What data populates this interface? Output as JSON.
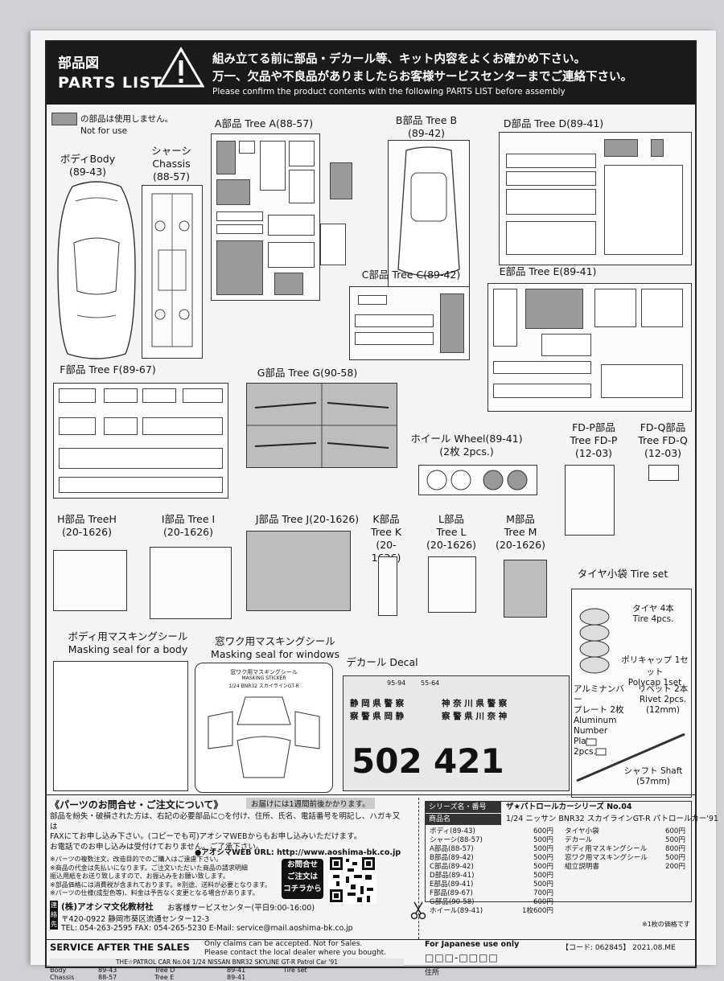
{
  "header": {
    "title_jp": "部品図",
    "title_en": "PARTS LIST",
    "warning_jp1": "組み立てる前に部品・デカール等、キット内容をよくお確かめ下さい。",
    "warning_jp2": "万一、欠品や不良品がありましたらお客様サービスセンターまでご連絡下さい。",
    "warning_en": "Please confirm the product contents with the following PARTS LIST before assembly"
  },
  "legend": {
    "jp": "の部品は使用しません。",
    "en": "Not for use"
  },
  "parts": {
    "body": {
      "jp": "ボディBody",
      "code": "(89-43)"
    },
    "chassis": {
      "jp": "シャーシ",
      "en": "Chassis",
      "code": "(88-57)"
    },
    "tree_a": {
      "title": "A部品 Tree A",
      "code": "(88-57)"
    },
    "tree_b": {
      "title": "B部品 Tree B",
      "code": "(89-42)"
    },
    "tree_c": {
      "title": "C部品 Tree C",
      "code": "(89-42)"
    },
    "tree_d": {
      "title": "D部品 Tree D",
      "code": "(89-41)"
    },
    "tree_e": {
      "title": "E部品 Tree E",
      "code": "(89-41)"
    },
    "tree_f": {
      "title": "F部品 Tree F",
      "code": "(89-67)"
    },
    "tree_g": {
      "title": "G部品 Tree G",
      "code": "(90-58)"
    },
    "wheel": {
      "title": "ホイール Wheel",
      "code": "(89-41)",
      "count": "(2枚 2pcs.)"
    },
    "tree_fdp": {
      "jp": "FD-P部品",
      "en": "Tree FD-P",
      "code": "(12-03)"
    },
    "tree_fdq": {
      "jp": "FD-Q部品",
      "en": "Tree FD-Q",
      "code": "(12-03)"
    },
    "tree_h": {
      "title": "H部品 TreeH",
      "code": "(20-1626)"
    },
    "tree_i": {
      "title": "I部品 Tree I",
      "code": "(20-1626)"
    },
    "tree_j": {
      "title": "J部品 Tree J",
      "code": "(20-1626)"
    },
    "tree_k": {
      "jp": "K部品",
      "en": "Tree K",
      "code": "(20-1626)"
    },
    "tree_l": {
      "jp": "L部品",
      "en": "Tree L",
      "code": "(20-1626)"
    },
    "tree_m": {
      "jp": "M部品",
      "en": "Tree M",
      "code": "(20-1626)"
    },
    "tire_bag": {
      "title": "タイヤ小袋 Tire set"
    },
    "tire": {
      "jp": "タイヤ 4本",
      "en": "Tire 4pcs."
    },
    "polycap": {
      "jp": "ポリキャップ 1セット",
      "en": "Polycap 1set"
    },
    "number_plate": {
      "jp1": "アルミナンバー",
      "jp2": "プレート 2枚",
      "en1": "Aluminum",
      "en2": "Number Plate",
      "en3": "2pcs."
    },
    "rivet": {
      "jp": "リベット 2本",
      "en": "Rivet 2pcs.",
      "size": "(12mm)"
    },
    "shaft": {
      "jp": "シャフト Shaft",
      "size": "(57mm)"
    },
    "mask_body": {
      "jp": "ボディ用マスキングシール",
      "en": "Masking seal for a body"
    },
    "mask_window": {
      "jp": "窓ワク用マスキングシール",
      "en": "Masking seal for windows",
      "inner_title": "窓ワク用マスキングシール",
      "inner_sub": "MASKING STICKER",
      "inner_model": "1/24 BNR32 スカイラインGT-R"
    },
    "decal": {
      "title": "デカール Decal",
      "big_number_1": "502",
      "big_number_2": "421",
      "plate1": "95-94",
      "plate2": "55-64",
      "kanji_row1": "静 岡 県 警 察",
      "kanji_row2": "神 奈 川 県 警 察",
      "kanji_row3": "察 警 県 岡 静",
      "kanji_row4": "察 警 県 川 奈 神"
    }
  },
  "order": {
    "heading": "《パーツのお問合せ・ご注文について》",
    "note_delivery": "お届けには1週間前後かかります。",
    "line1": "部品を紛失・破損された方は、右記の必要部品に○を付け、住所、氏名、電話番号を明記し、ハガキ又は",
    "line2": "FAXにてお申し込み下さい。(コピーでも可)アオシマWEBからもお申し込みいただけます。",
    "line3": "お電話でのお申し込みは受付けておりません。ご了承下さい。",
    "web": "●アオシマWEB URL: http://www.aoshima-bk.co.jp",
    "note1": "※パーツの複数注文、改造目的でのご購入はご遠慮下さい。",
    "note2": "※商品の代金は先払いになります。ご注文いただいた商品の請求明細",
    "note3": "振込用紙をお送り致しますので、お振込みをお願い致します。",
    "note4": "※部品価格には消費税が含まれております。※別途、送料が必要となります。",
    "note5": "※パーツの仕様(成型色等)、料金は予告なく変更となる場合があります。",
    "qr_label1": "お問合せ",
    "qr_label2": "ご注文は",
    "qr_label3": "コチラから",
    "company_tag": "連絡先",
    "company": "(株)アオシマ文化教材社",
    "service_center": "お客様サービスセンター(平日9:00-16:00)",
    "address": "〒420-0922 静岡市葵区流通センター12-3",
    "contact": "TEL: 054-263-2595  FAX: 054-265-5230  E-Mail: service@mail.aoshima-bk.co.jp"
  },
  "price_table": {
    "series_label": "シリーズ名・番号",
    "series_value": "ザ★パトロールカーシリーズ No.04",
    "product_label": "商品名",
    "product_value": "1/24 ニッサン BNR32 スカイラインGT-R パトロールカー'91",
    "left": [
      {
        "name": "ボディ(89-43)",
        "price": "600円"
      },
      {
        "name": "シャーシ(88-57)",
        "price": "500円"
      },
      {
        "name": "A部品(88-57)",
        "price": "500円"
      },
      {
        "name": "B部品(89-42)",
        "price": "500円"
      },
      {
        "name": "C部品(89-42)",
        "price": "500円"
      },
      {
        "name": "D部品(89-41)",
        "price": "500円"
      },
      {
        "name": "E部品(89-41)",
        "price": "500円"
      },
      {
        "name": "F部品(89-67)",
        "price": "700円"
      },
      {
        "name": "G部品(90-58)",
        "price": "600円"
      },
      {
        "name": "ホイール(89-41)",
        "price": "1枚600円"
      }
    ],
    "right": [
      {
        "name": "タイヤ小袋",
        "price": "600円"
      },
      {
        "name": "デカール",
        "price": "500円"
      },
      {
        "name": "ボディ用マスキングシール",
        "price": "800円"
      },
      {
        "name": "窓ワク用マスキングシール",
        "price": "500円"
      },
      {
        "name": "組立説明書",
        "price": "200円"
      }
    ],
    "footnote": "※1枚の価格です",
    "japanese_only": "For Japanese use only",
    "code": "【コード: 062845】 2021.08.ME",
    "postcode": "□□□-□□□□",
    "address_label": "住所"
  },
  "service": {
    "title": "SERVICE AFTER THE SALES",
    "note1": "Only claims can be accepted. Not for Sales.",
    "note2": "Please contact the local dealer where you bought.",
    "product_line": "THE☆PATROL CAR No.04 1/24 NISSAN BNR32 SKYLINE GT-R Patrol Car '91",
    "r1c1": "Body",
    "r1c2": "89-43",
    "r1c3": "Tree D",
    "r1c4": "89-41",
    "r1c5": "Tire set",
    "r2c1": "Chassis",
    "r2c2": "88-57",
    "r2c3": "Tree E",
    "r2c4": "89-41"
  }
}
